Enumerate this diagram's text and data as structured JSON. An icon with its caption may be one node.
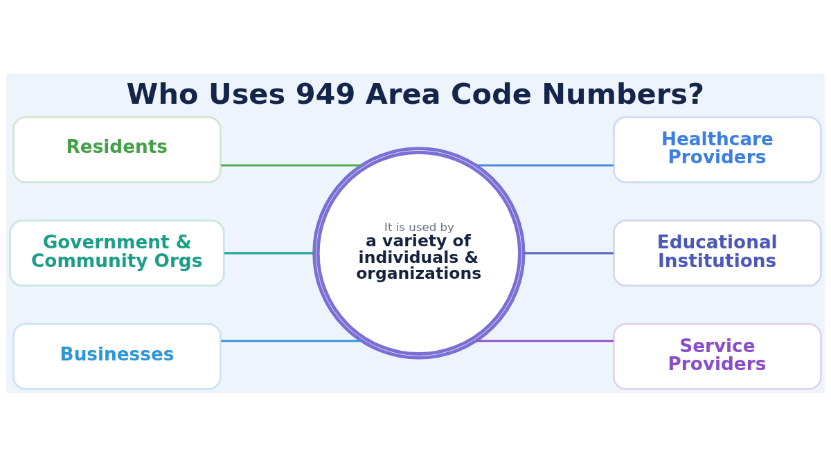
{
  "diagram": {
    "title": "Who Uses 949 Area Code Numbers?",
    "nodes": [
      {
        "text": [
          "Residents"
        ]
      },
      {
        "text": [
          "Government & Community Orgs"
        ]
      },
      {
        "text": [
          "Businesses"
        ]
      },
      {
        "text": [
          "It is used by",
          "a variety of individuals & organizations"
        ]
      },
      {
        "text": [
          "Healthcare Providers"
        ]
      },
      {
        "text": [
          "Educational Institutions"
        ]
      },
      {
        "text": [
          "Service Providers"
        ]
      }
    ],
    "edges": [
      {
        "from": 0,
        "to": 3,
        "arrow": "none",
        "color": "#4caf50"
      },
      {
        "from": 1,
        "to": 3,
        "arrow": "none",
        "color": "#26a69a"
      },
      {
        "from": 2,
        "to": 3,
        "arrow": "none",
        "color": "#3498db"
      },
      {
        "from": 3,
        "to": 4,
        "arrow": "none",
        "color": "#4a86e0"
      },
      {
        "from": 3,
        "to": 5,
        "arrow": "none",
        "color": "#5c6bc0"
      },
      {
        "from": 3,
        "to": 6,
        "arrow": "none",
        "color": "#8e55c8"
      }
    ]
  }
}
